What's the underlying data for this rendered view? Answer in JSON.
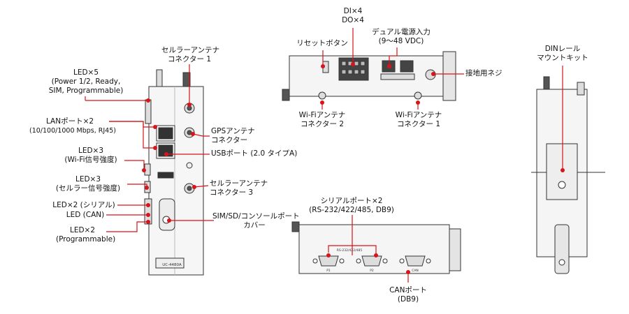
{
  "front": {
    "model_label": "UC-4480A",
    "callouts": {
      "cell_antenna_1": [
        "セルラーアンテナ",
        "コネクター 1"
      ],
      "led5": [
        "LED×5",
        "(Power 1/2, Ready,",
        "SIM, Programmable)"
      ],
      "lan": [
        "LANポート×2",
        "(10/100/1000 Mbps, RJ45)"
      ],
      "gps": [
        "GPSアンテナ",
        "コネクター"
      ],
      "usb": [
        "USBポート (2.0 タイプA)"
      ],
      "led3_wifi": [
        "LED×3",
        "(Wi-Fi信号強度)"
      ],
      "led3_cell": [
        "LED×3",
        "(セルラー信号強度)"
      ],
      "cell_antenna_3": [
        "セルラーアンテナ",
        "コネクター 3"
      ],
      "led2_serial": [
        "LED×2 (シリアル)"
      ],
      "led_can": [
        "LED (CAN)"
      ],
      "led2_prog": [
        "LED×2",
        "(Programmable)"
      ],
      "sim_cover": [
        "SIM/SD/コンソールポート",
        "カバー"
      ]
    }
  },
  "top": {
    "callouts": {
      "dio": [
        "DI×4",
        "DO×4"
      ],
      "reset": [
        "リセットボタン"
      ],
      "power": [
        "デュアル電源入力",
        "(9〜48 VDC)"
      ],
      "ground": [
        "接地用ネジ"
      ],
      "wifi2": [
        "Wi-Fiアンテナ",
        "コネクター 2"
      ],
      "wifi1": [
        "Wi-Fiアンテナ",
        "コネクター 1"
      ]
    }
  },
  "bottom": {
    "port_text": "RS-232/422/485",
    "port_names": [
      "P1",
      "P2",
      "CAN"
    ],
    "callouts": {
      "serial": [
        "シリアルポート×2",
        "(RS-232/422/485, DB9)"
      ],
      "can": [
        "CANポート",
        "(DB9)"
      ]
    }
  },
  "side": {
    "callouts": {
      "din": [
        "DINレール",
        "マウントキット"
      ]
    }
  },
  "colors": {
    "marker": "#d7141a",
    "line": "#d7141a",
    "device_stroke": "#333333",
    "device_fill": "#f4f4f4"
  }
}
